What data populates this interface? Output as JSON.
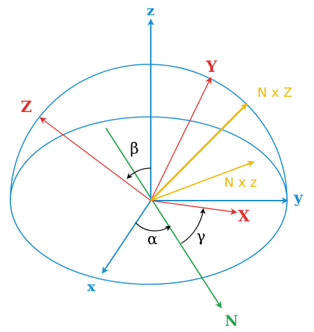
{
  "colors": {
    "fixed_frame": "#1a8fd1",
    "rotated_frame": "#e03131",
    "nodes_line": "#22a34a",
    "cross_products": "#ecb800",
    "angle_arrows": "#000000"
  },
  "labels": {
    "fixed": {
      "z": "z",
      "y": "y",
      "x": "x"
    },
    "rotated": {
      "Z": "Z",
      "Y": "Y",
      "X": "X"
    },
    "nodes": "N",
    "cross_NZ": "N x Z",
    "cross_Nz": "N x z",
    "angles": {
      "alpha": "α",
      "beta": "β",
      "gamma": "γ"
    }
  }
}
